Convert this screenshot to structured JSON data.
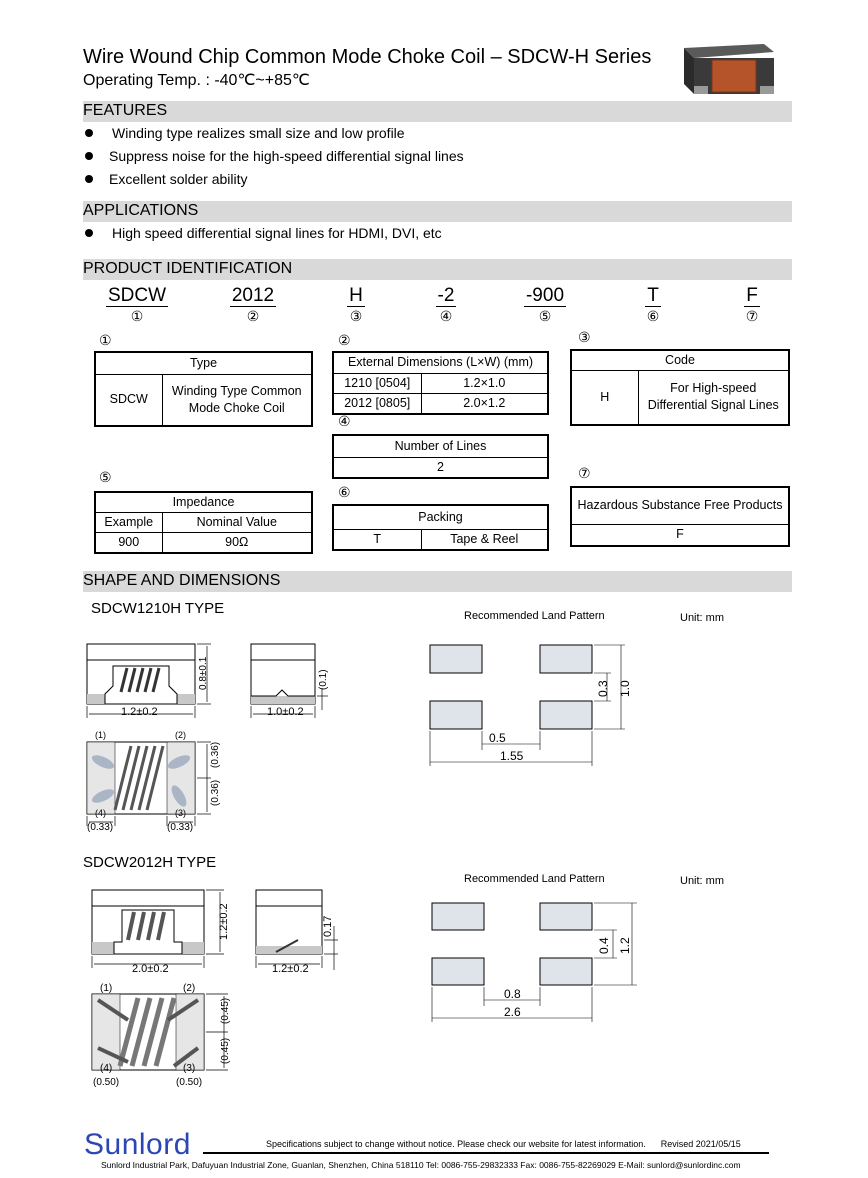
{
  "header": {
    "title": "Wire Wound Chip Common Mode Choke Coil – SDCW-H Series",
    "subtitle": "Operating Temp. : -40℃~+85℃"
  },
  "features": {
    "heading": "FEATURES",
    "items": [
      "Winding type realizes small size and low profile",
      "Suppress noise for the high-speed differential signal lines",
      "Excellent solder ability"
    ]
  },
  "applications": {
    "heading": "APPLICATIONS",
    "items": [
      "High speed differential signal lines for HDMI, DVI, etc"
    ]
  },
  "identification": {
    "heading": "PRODUCT IDENTIFICATION",
    "parts": [
      {
        "code": "SDCW",
        "num": "①"
      },
      {
        "code": "2012",
        "num": "②"
      },
      {
        "code": "H",
        "num": "③"
      },
      {
        "code": "-2",
        "num": "④"
      },
      {
        "code": "-900",
        "num": "⑤"
      },
      {
        "code": "T",
        "num": "⑥"
      },
      {
        "code": "F",
        "num": "⑦"
      }
    ],
    "type_table": {
      "marker": "①",
      "header": "Type",
      "key": "SDCW",
      "value": "Winding Type Common Mode Choke Coil"
    },
    "dim_table": {
      "marker": "②",
      "header": "External Dimensions (L×W) (mm)",
      "rows": [
        [
          "1210 [0504]",
          "1.2×1.0"
        ],
        [
          "2012 [0805]",
          "2.0×1.2"
        ]
      ]
    },
    "code_table": {
      "marker": "③",
      "header": "Code",
      "key": "H",
      "value": "For High-speed Differential Signal Lines"
    },
    "lines_table": {
      "marker": "④",
      "header": "Number of Lines",
      "value": "2"
    },
    "impedance_table": {
      "marker": "⑤",
      "header": "Impedance",
      "col1": "Example",
      "col2": "Nominal Value",
      "example": "900",
      "nominal": "90Ω"
    },
    "packing_table": {
      "marker": "⑥",
      "header": "Packing",
      "key": "T",
      "value": "Tape & Reel"
    },
    "hazard_table": {
      "marker": "⑦",
      "header": "Hazardous Substance Free Products",
      "value": "F"
    }
  },
  "shape": {
    "heading": "SHAPE AND DIMENSIONS",
    "type1": {
      "label": "SDCW1210H TYPE",
      "land_title": "Recommended Land Pattern",
      "unit": "Unit: mm",
      "dims": {
        "length": "1.2±0.2",
        "height": "0.8±0.1",
        "width": "1.0±0.2",
        "gap": "(0.1)",
        "p1": "(1)",
        "p2": "(2)",
        "p3": "(3)",
        "p4": "(4)",
        "side1": "(0.36)",
        "side2": "(0.36)",
        "bot1": "(0.33)",
        "bot2": "(0.33)"
      },
      "land": {
        "pad_h": "0.3",
        "total_h": "1.0",
        "gap": "0.5",
        "total_w": "1.55"
      }
    },
    "type2": {
      "label": "SDCW2012H TYPE",
      "land_title": "Recommended Land Pattern",
      "unit": "Unit: mm",
      "dims": {
        "length": "2.0±0.2",
        "height": "1.2±0.2",
        "width": "1.2±0.2",
        "gap": "0.17",
        "p1": "(1)",
        "p2": "(2)",
        "p3": "(3)",
        "p4": "(4)",
        "side1": "(0.45)",
        "side2": "(0.45)",
        "bot1": "(0.50)",
        "bot2": "(0.50)"
      },
      "land": {
        "pad_h": "0.4",
        "total_h": "1.2",
        "gap": "0.8",
        "total_w": "2.6"
      }
    }
  },
  "footer": {
    "brand": "Sunlord",
    "note": "Specifications subject to change without notice. Please check our website for latest information.      Revised 2021/05/15",
    "address": "Sunlord Industrial Park, Dafuyuan Industrial Zone, Guanlan, Shenzhen, China 518110 Tel: 0086-755-29832333 Fax: 0086-755-82269029 E-Mail: sunlord@sunlordinc.com"
  }
}
